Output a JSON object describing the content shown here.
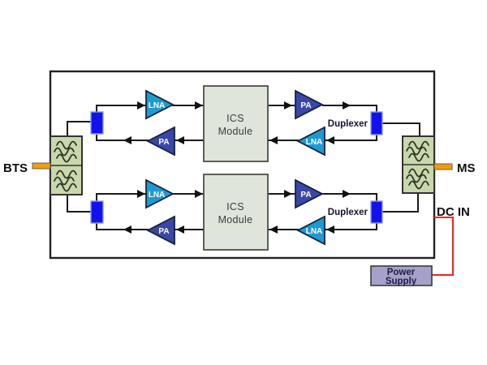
{
  "diagram": {
    "labels": {
      "bts": "BTS",
      "ms": "MS",
      "dc_in": "DC IN"
    },
    "top_chain": {
      "lna_forward": "LNA",
      "pa_forward": "PA",
      "pa_return": "PA",
      "lna_return": "LNA",
      "duplexer": "Duplexer",
      "ics_module": {
        "line1": "ICS",
        "line2": "Module"
      }
    },
    "bottom_chain": {
      "lna_forward": "LNA",
      "pa_forward": "PA",
      "pa_return": "PA",
      "lna_return": "LNA",
      "duplexer": "Duplexer",
      "ics_module": {
        "line1": "ICS",
        "line2": "Module"
      }
    },
    "power_supply": {
      "line1": "Power",
      "line2": "Supply"
    },
    "colors": {
      "lna_fill": "#1f9ad0",
      "pa_fill": "#3a47a6",
      "coupler_fill": "#1212ee",
      "duplexer_fill": "#1212ee",
      "filter_fill": "#c9d7ad",
      "ics_fill": "#dfe5da",
      "power_supply_fill": "#a5a1c8",
      "connector_fill": "#f59c04",
      "dc_wire": "#e8281e",
      "signal_line": "#1a1a1a"
    }
  }
}
